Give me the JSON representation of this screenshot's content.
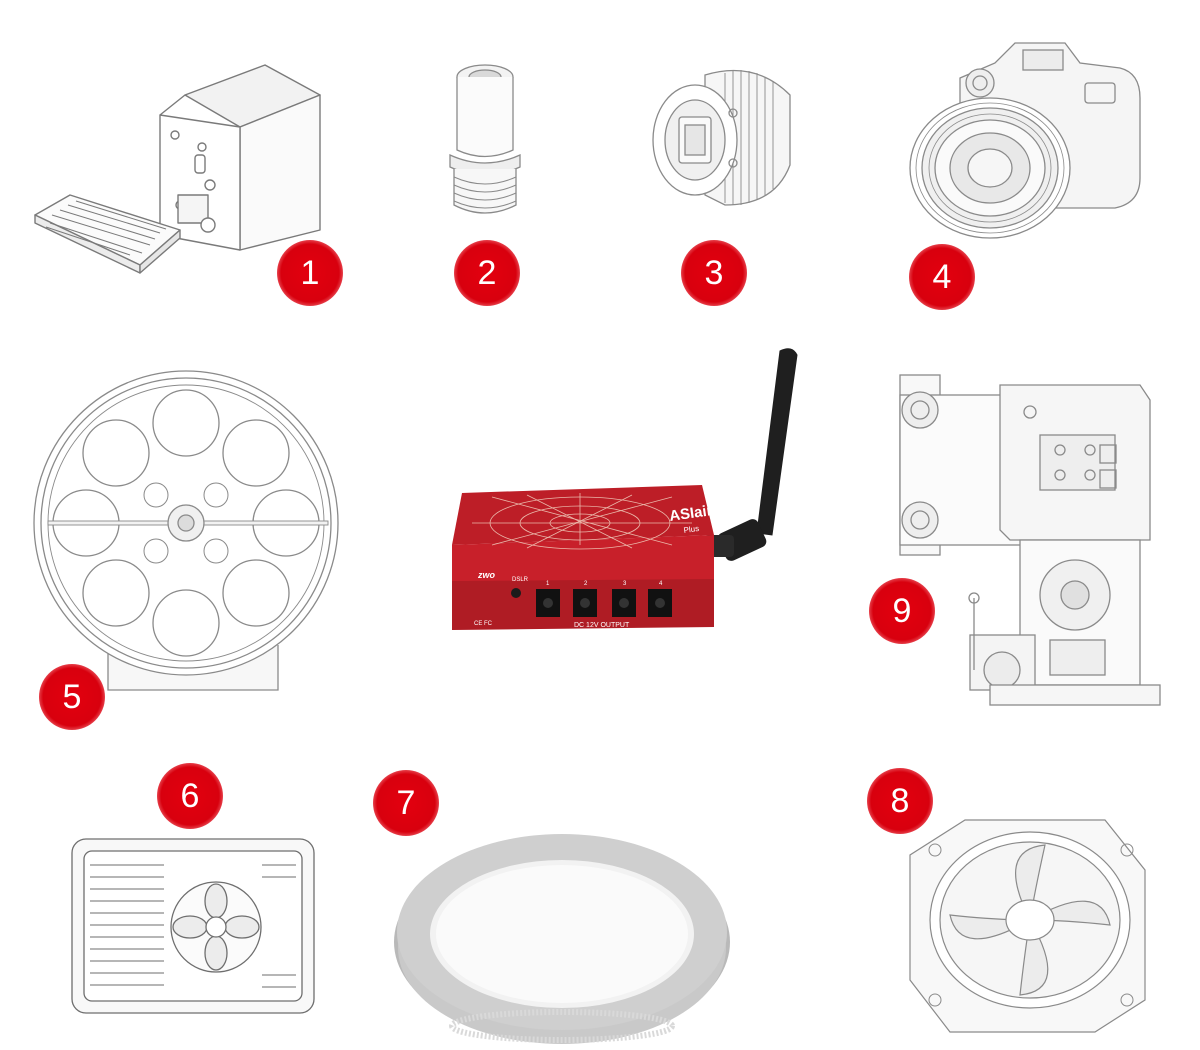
{
  "badges": [
    "1",
    "2",
    "3",
    "4",
    "5",
    "6",
    "7",
    "8",
    "9"
  ],
  "device": {
    "brand": "zwo",
    "model": "ASIair",
    "model_sub": "Plus",
    "dslr_label": "DSLR",
    "port_numbers": [
      "1",
      "2",
      "3",
      "4"
    ],
    "output_label": "DC 12V OUTPUT",
    "cert_marks": "CE FC",
    "body_color": "#c8202a",
    "antenna_color": "#1f1f1f"
  },
  "colors": {
    "badge": "#e3000f",
    "line": "#8a8a8a",
    "light_fill": "#f4f4f4"
  }
}
